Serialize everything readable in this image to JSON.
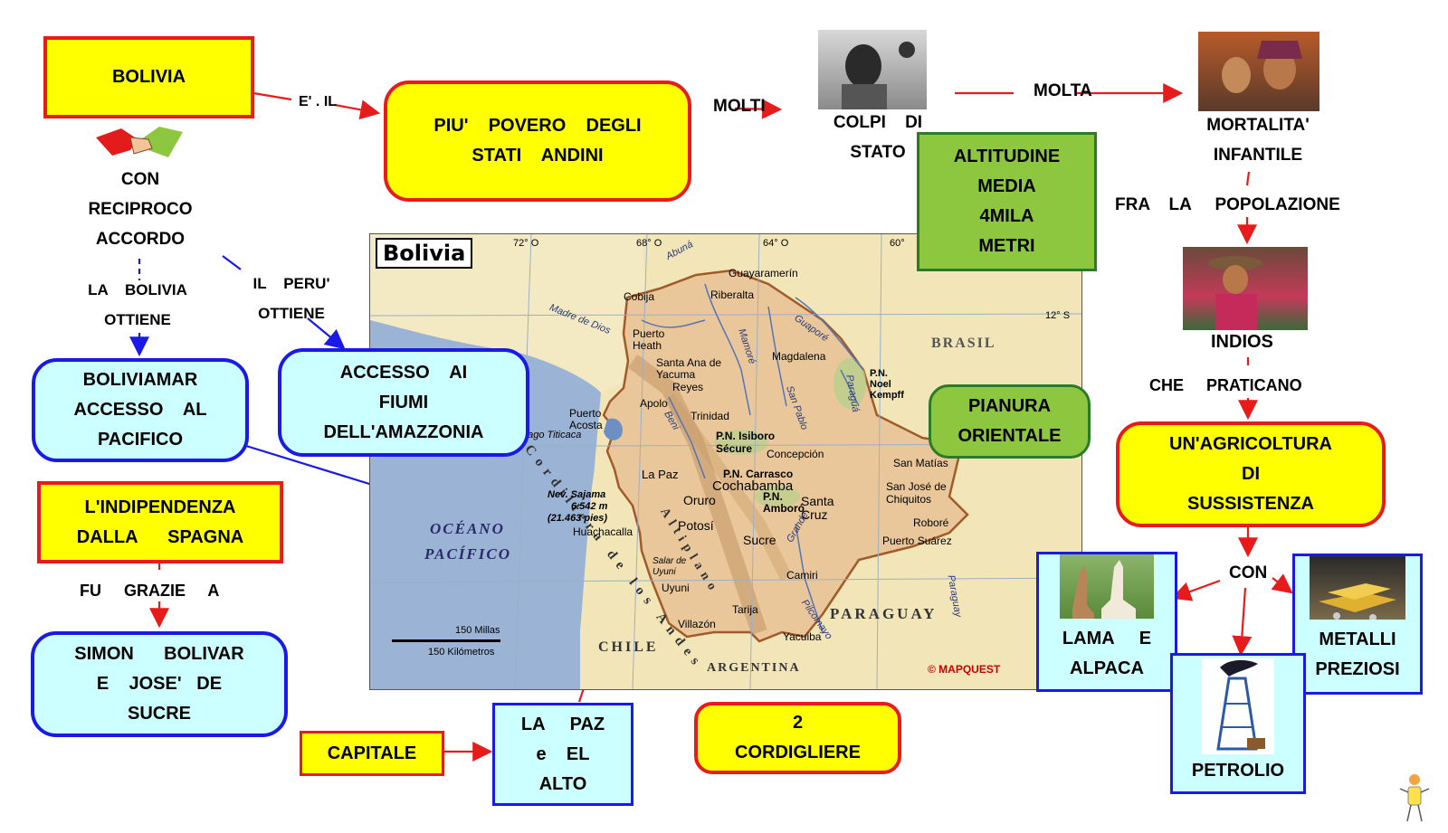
{
  "bolivia": "BOLIVIA",
  "povero": {
    "l1": "PIU'    POVERO    DEGLI",
    "l2": "STATI    ANDINI"
  },
  "eil": "E' . IL",
  "molti": "MOLTI",
  "colpi": {
    "l1": "COLPI    DI",
    "l2": "STATO"
  },
  "molta": "MOLTA",
  "mortalita": {
    "l1": "MORTALITA'",
    "l2": "INFANTILE"
  },
  "fra": "FRA    LA     POPOLAZIONE",
  "altitudine": {
    "l1": "ALTITUDINE",
    "l2": "MEDIA",
    "l3": "4MILA",
    "l4": "METRI"
  },
  "accordo": {
    "l1": "CON",
    "l2": "RECIPROCO",
    "l3": "ACCORDO"
  },
  "bolivia_ottiene": {
    "l1": "LA    BOLIVIA",
    "l2": "OTTIENE"
  },
  "peru_ottiene": {
    "l1": "IL    PERU'",
    "l2": "OTTIENE"
  },
  "boliviamar": {
    "l1": "BOLIVIAMAR",
    "l2": "ACCESSO    AL",
    "l3": "PACIFICO"
  },
  "accesso_fiumi": {
    "l1": "ACCESSO    AI",
    "l2": "FIUMI",
    "l3": "DELL'AMAZZONIA"
  },
  "indios": "INDIOS",
  "praticano": "CHE     PRATICANO",
  "pianura": {
    "l1": "PIANURA",
    "l2": "ORIENTALE"
  },
  "agricoltura": {
    "l1": "UN'AGRICOLTURA",
    "l2": "DI",
    "l3": "SUSSISTENZA"
  },
  "indipendenza": {
    "l1": "L'INDIPENDENZA",
    "l2": "DALLA      SPAGNA"
  },
  "fu_grazie": "FU     GRAZIE     A",
  "bolivar": {
    "l1": "SIMON      BOLIVAR",
    "l2": "E    JOSE'   DE",
    "l3": "SUCRE"
  },
  "capitale": "CAPITALE",
  "lapaz": {
    "l1": "LA     PAZ",
    "l2": "e    EL",
    "l3": "ALTO"
  },
  "cordigliere": {
    "l1": "2",
    "l2": "CORDIGLIERE"
  },
  "con": "CON",
  "lama": {
    "l1": "LAMA     E",
    "l2": "ALPACA"
  },
  "metalli": {
    "l1": "METALLI",
    "l2": "PREZIOSI"
  },
  "petrolio": "PETROLIO",
  "map": {
    "title": "Bolivia",
    "ocean": [
      "OCÉANO",
      "PACÍFICO"
    ],
    "countries": [
      "BRASIL",
      "PARAGUAY",
      "CHILE",
      "ARGENTINA"
    ],
    "cities": [
      "Cobija",
      "Riberalta",
      "Guayaramerín",
      "Puerto Heath",
      "Santa Ana de Yacuma",
      "Reyes",
      "Magdalena",
      "Apolo",
      "Trinidad",
      "Puerto Acosta",
      "La Paz",
      "Cochabamba",
      "Oruro",
      "Santa Cruz",
      "Potosí",
      "Sucre",
      "Tarija",
      "Camiri",
      "Villazón",
      "Yacuiba",
      "Uyuni",
      "Concepción",
      "San Matías",
      "San José de Chiquitos",
      "Roboré",
      "Puerto Suárez",
      "Huachacalla"
    ],
    "features": [
      "Lago Titicaca",
      "P.N. Isiboro Sécure",
      "P.N. Carrasco",
      "P.N. Amboró",
      "P.N. Noel Kempff",
      "Nev. Sajama",
      "6.542 m",
      "(21.463 pies)",
      "Salar de Uyuni"
    ],
    "rivers": [
      "Abuná",
      "Madre de Dios",
      "Mamoré",
      "Guaporé",
      "Beni",
      "San Pablo",
      "Paraguá",
      "Grande",
      "Pilcomayo",
      "Paraguay"
    ],
    "range": "Cordillera de los Andes",
    "altiplano": "Altiplano",
    "scale": [
      "150 Millas",
      "150 Kilómetros"
    ],
    "lat": [
      "72° O",
      "68° O",
      "64° O",
      "60°",
      "12° S"
    ],
    "credit": "© MAPQUEST"
  },
  "colors": {
    "red": "#e81b1b",
    "blue": "#1a1ae6",
    "yellow": "#ffff00",
    "cyan": "#ccffff",
    "green": "#8dc63f"
  }
}
